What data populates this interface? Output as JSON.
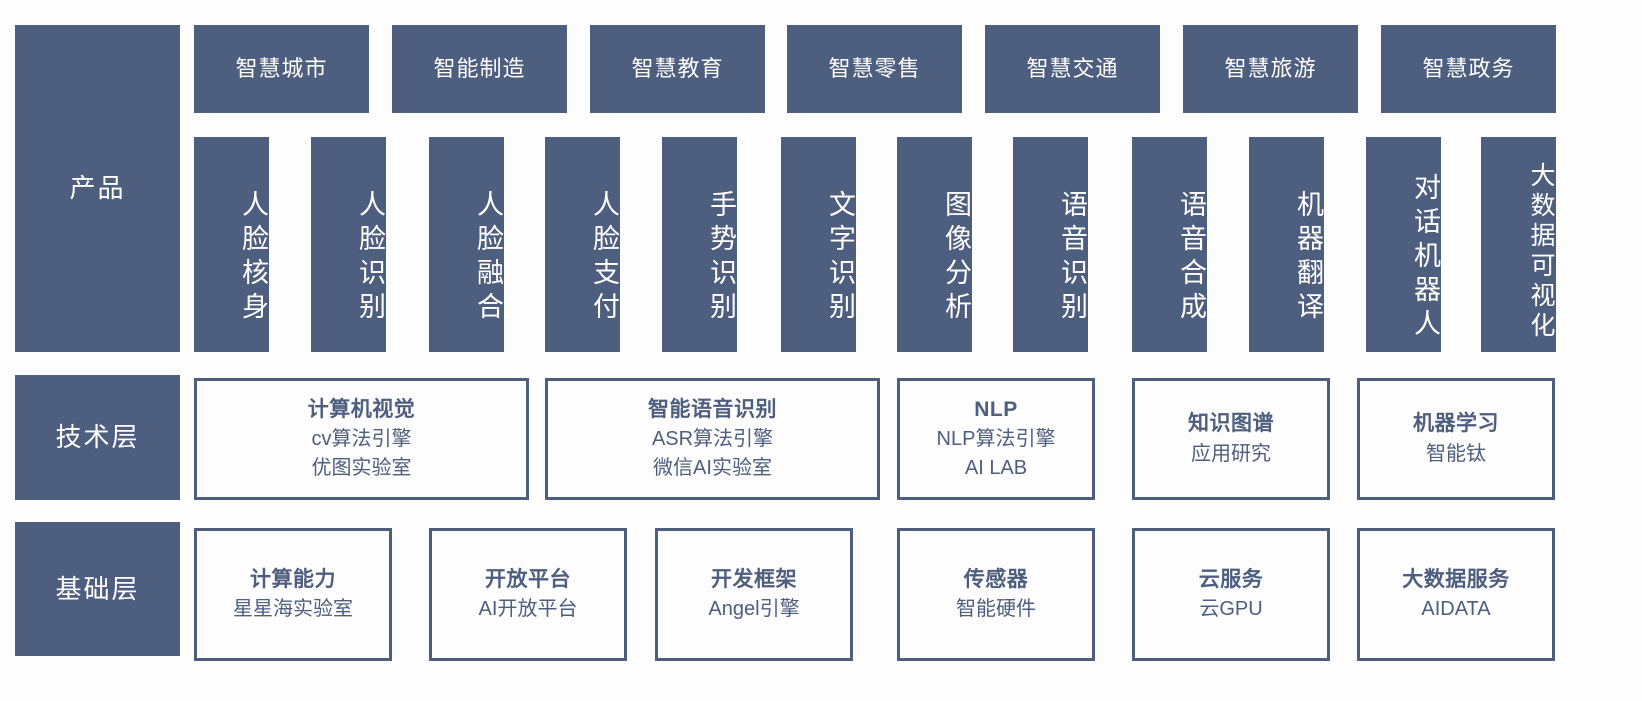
{
  "colors": {
    "fill": "#4e5e7e",
    "border": "#4e5e7e",
    "background": "#fdfdfd",
    "solid_text": "#ffffff",
    "card_text": "#4e5e7e"
  },
  "rails": {
    "product": "产品",
    "tech": "技术层",
    "base": "基础层"
  },
  "industries": [
    {
      "label": "智慧城市"
    },
    {
      "label": "智能制造"
    },
    {
      "label": "智慧教育"
    },
    {
      "label": "智慧零售"
    },
    {
      "label": "智慧交通"
    },
    {
      "label": "智慧旅游"
    },
    {
      "label": "智慧政务"
    }
  ],
  "products": [
    {
      "label": "人脸核身"
    },
    {
      "label": "人脸识别"
    },
    {
      "label": "人脸融合"
    },
    {
      "label": "人脸支付"
    },
    {
      "label": "手势识别"
    },
    {
      "label": "文字识别"
    },
    {
      "label": "图像分析"
    },
    {
      "label": "语音识别"
    },
    {
      "label": "语音合成"
    },
    {
      "label": "机器翻译"
    },
    {
      "label": "对话机器人"
    },
    {
      "label": "大数据可视化"
    }
  ],
  "tech_layer": [
    {
      "title": "计算机视觉",
      "lines": [
        "cv算法引擎",
        "优图实验室"
      ]
    },
    {
      "title": "智能语音识别",
      "lines": [
        "ASR算法引擎",
        "微信AI实验室"
      ]
    },
    {
      "title": "NLP",
      "lines": [
        "NLP算法引擎",
        "AI LAB"
      ]
    },
    {
      "title": "知识图谱",
      "lines": [
        "应用研究"
      ]
    },
    {
      "title": "机器学习",
      "lines": [
        "智能钛"
      ]
    }
  ],
  "base_layer": [
    {
      "title": "计算能力",
      "lines": [
        "星星海实验室"
      ]
    },
    {
      "title": "开放平台",
      "lines": [
        "AI开放平台"
      ]
    },
    {
      "title": "开发框架",
      "lines": [
        "Angel引擎"
      ]
    },
    {
      "title": "传感器",
      "lines": [
        "智能硬件"
      ]
    },
    {
      "title": "云服务",
      "lines": [
        "云GPU"
      ]
    },
    {
      "title": "大数据服务",
      "lines": [
        "AIDATA"
      ]
    }
  ]
}
